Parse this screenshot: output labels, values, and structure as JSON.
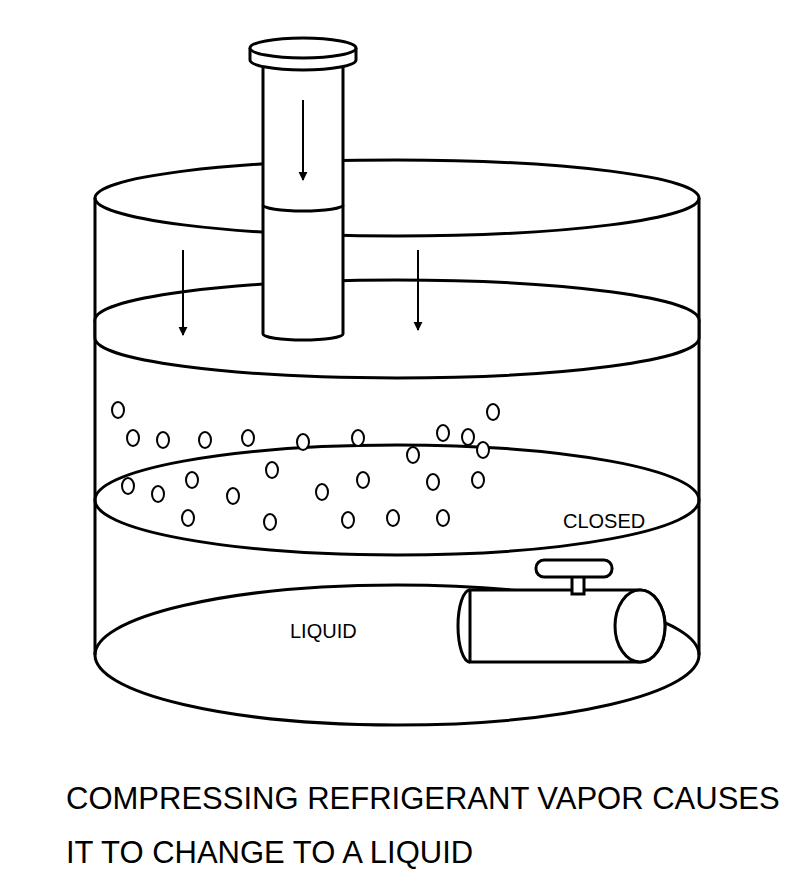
{
  "diagram": {
    "caption": "COMPRESSING REFRIGERANT VAPOR CAUSES IT TO CHANGE TO A LIQUID",
    "labels": [
      "CLOSED",
      "LIQUID"
    ]
  }
}
